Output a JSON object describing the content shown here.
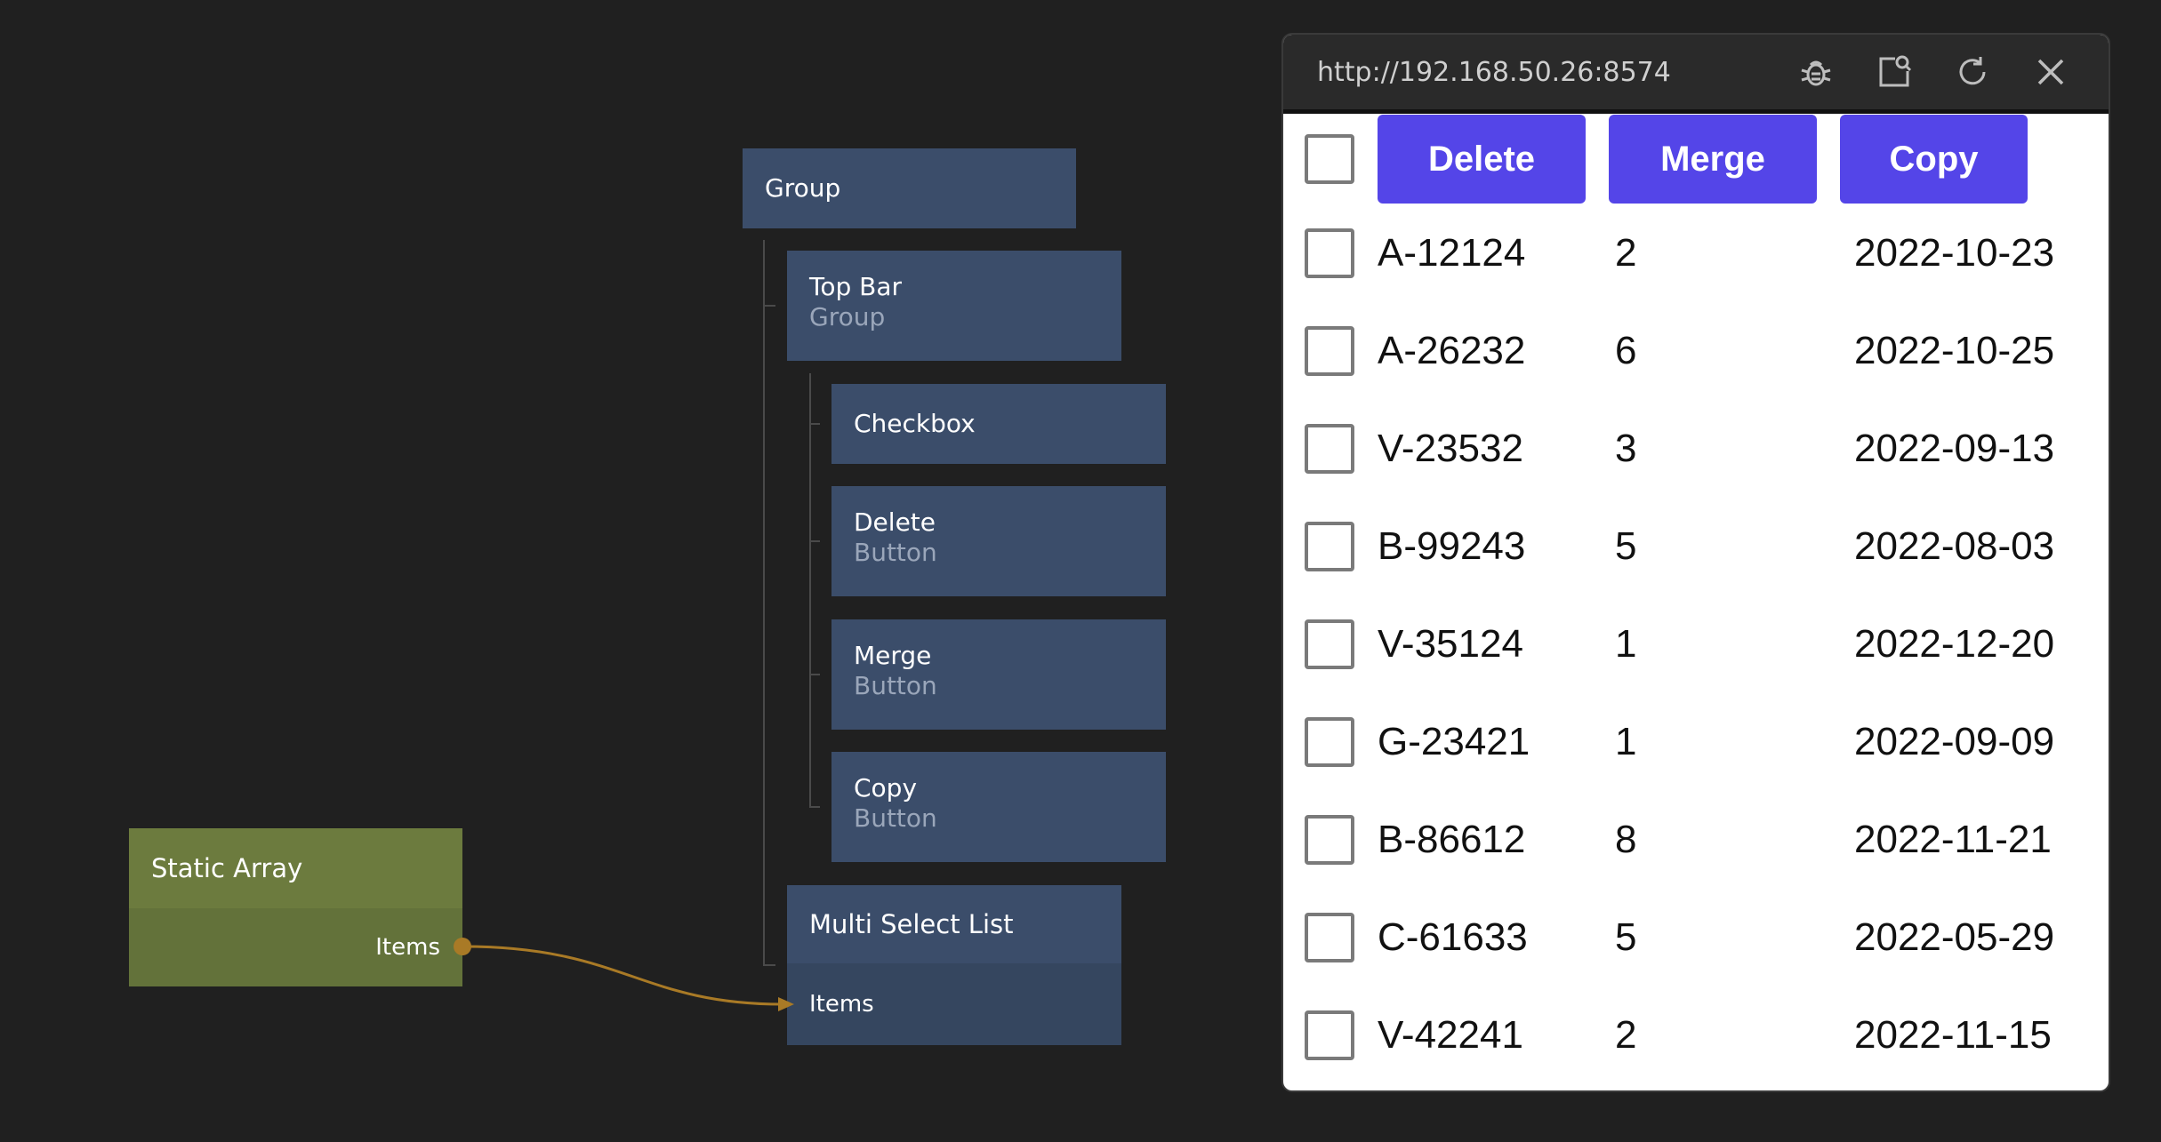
{
  "graph": {
    "group": {
      "title": "Group"
    },
    "top_bar": {
      "title": "Top Bar",
      "type": "Group"
    },
    "checkbox": {
      "title": "Checkbox"
    },
    "delete": {
      "title": "Delete",
      "type": "Button"
    },
    "merge": {
      "title": "Merge",
      "type": "Button"
    },
    "copy": {
      "title": "Copy",
      "type": "Button"
    },
    "multi_select_list": {
      "title": "Multi Select List",
      "input": "Items"
    },
    "static_array": {
      "title": "Static Array",
      "output": "Items"
    },
    "colors": {
      "node": "#3b4d6a",
      "static_array": "#6c7b3e",
      "wire": "#a97a26"
    }
  },
  "preview": {
    "url": "http://192.168.50.26:8574",
    "icons": [
      "bug-icon",
      "inspect-icon",
      "refresh-icon",
      "close-icon"
    ],
    "buttons": {
      "delete": "Delete",
      "merge": "Merge",
      "copy": "Copy"
    },
    "button_color": "#5445e8",
    "rows": [
      {
        "id": "A-12124",
        "qty": "2",
        "date": "2022-10-23"
      },
      {
        "id": "A-26232",
        "qty": "6",
        "date": "2022-10-25"
      },
      {
        "id": "V-23532",
        "qty": "3",
        "date": "2022-09-13"
      },
      {
        "id": "B-99243",
        "qty": "5",
        "date": "2022-08-03"
      },
      {
        "id": "V-35124",
        "qty": "1",
        "date": "2022-12-20"
      },
      {
        "id": "G-23421",
        "qty": "1",
        "date": "2022-09-09"
      },
      {
        "id": "B-86612",
        "qty": "8",
        "date": "2022-11-21"
      },
      {
        "id": "C-61633",
        "qty": "5",
        "date": "2022-05-29"
      },
      {
        "id": "V-42241",
        "qty": "2",
        "date": "2022-11-15"
      }
    ]
  }
}
